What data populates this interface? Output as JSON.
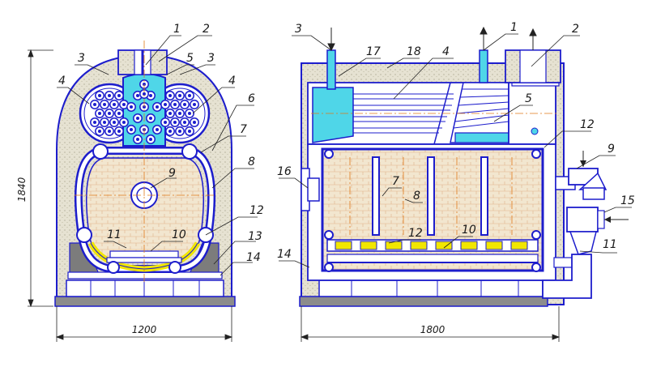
{
  "colors": {
    "line": "#1d1dcc",
    "cyan": "#4fd6e8",
    "brick": "#f2e6cf",
    "insulation": "#ddd9c8",
    "grate": "#f1e600",
    "support": "#7c7c7c",
    "axis": "#e07a1a",
    "leader": "#222222"
  },
  "front_view": {
    "callouts": [
      "1",
      "2",
      "3",
      "5",
      "3",
      "4",
      "4",
      "6",
      "7",
      "8",
      "9",
      "12",
      "11",
      "10",
      "13",
      "14"
    ],
    "dims": {
      "height": "1840",
      "width": "1200"
    }
  },
  "side_view": {
    "callouts": [
      "3",
      "17",
      "18",
      "4",
      "1",
      "2",
      "5",
      "12",
      "9",
      "15",
      "16",
      "7",
      "8",
      "12",
      "10",
      "11",
      "14"
    ],
    "dims": {
      "width": "1800"
    }
  }
}
